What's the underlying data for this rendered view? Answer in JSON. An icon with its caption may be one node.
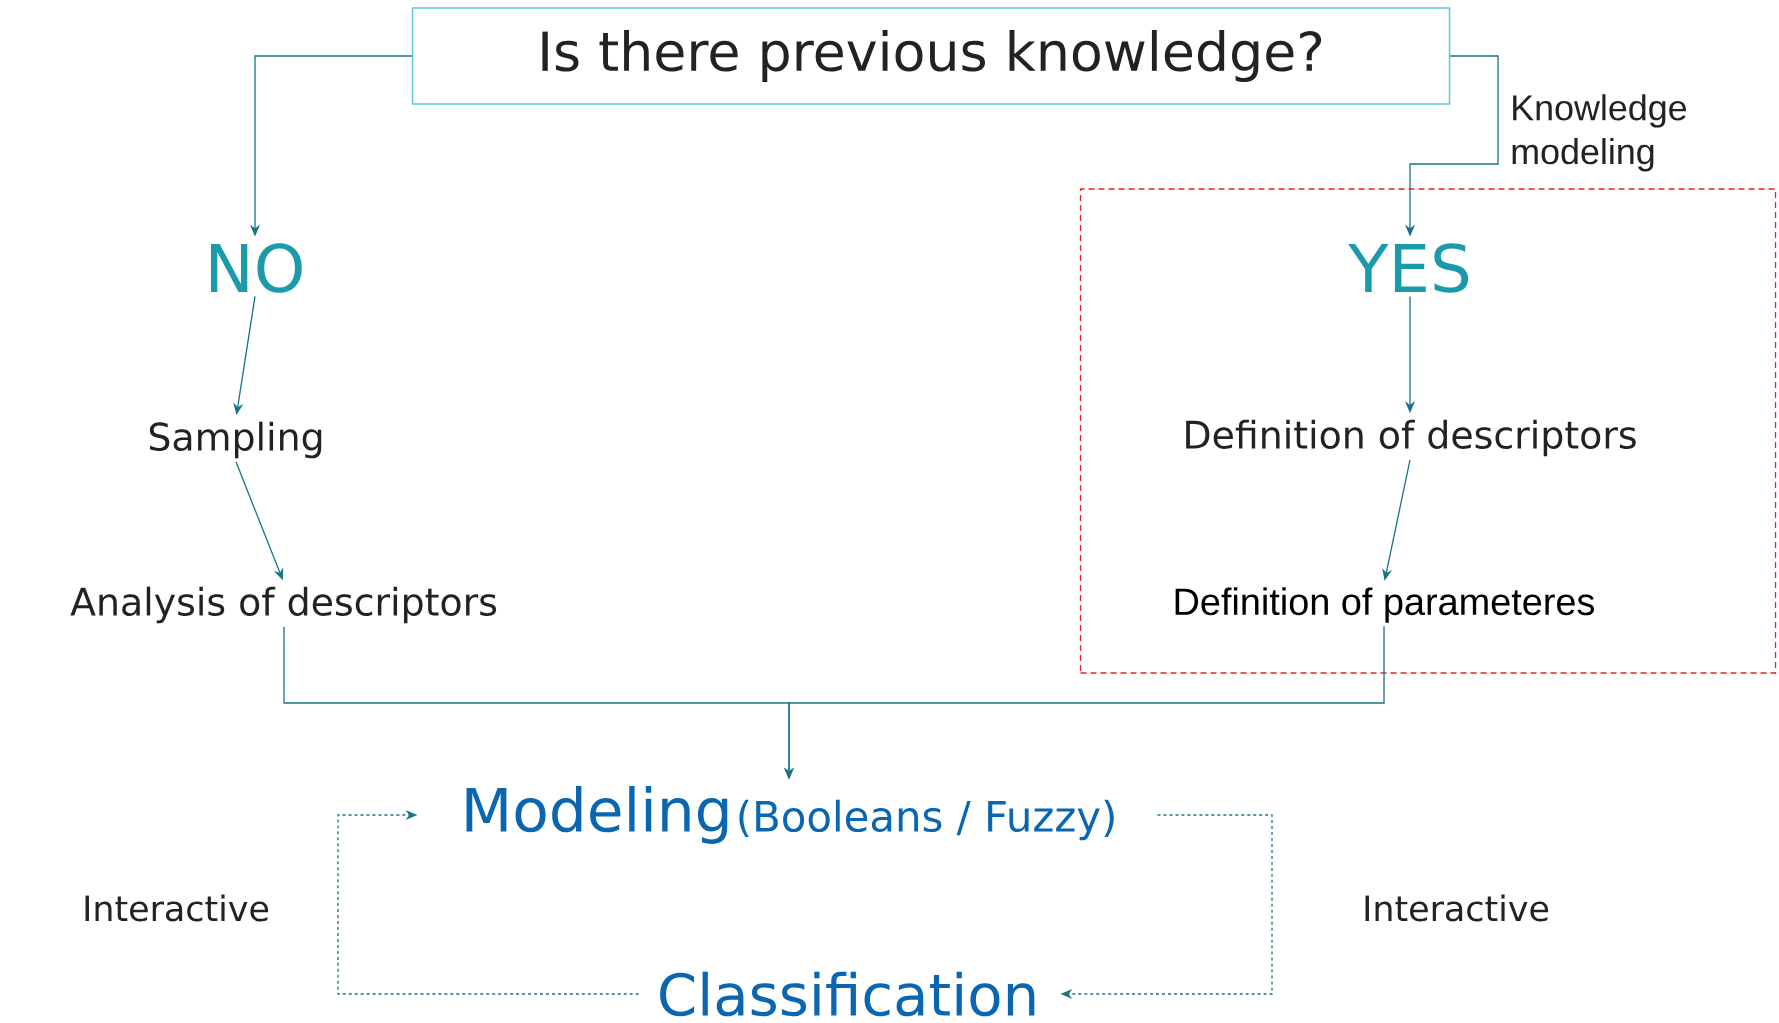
{
  "diagram": {
    "nodes": [
      {
        "text": [
          "Is there previous knowledge?"
        ]
      },
      {
        "text": [
          "NO"
        ]
      },
      {
        "text": [],
        "shape": "box"
      },
      {
        "text": [
          "YES"
        ],
        "in": 2
      },
      {
        "text": [
          "Sampling"
        ]
      },
      {
        "text": [
          "Definition of descriptors"
        ],
        "in": 2
      },
      {
        "text": [
          "Analysis of descriptors"
        ]
      },
      {
        "text": [
          "Definition of parameteres"
        ],
        "in": 2
      },
      {
        "text": [
          "Modeling",
          "(Booleans / Fuzzy)"
        ]
      },
      {
        "text": [
          "Classification"
        ]
      }
    ],
    "edges": [
      {
        "from": 0,
        "to": 1,
        "arrow": "to"
      },
      {
        "from": 0,
        "to": 3,
        "arrow": "to",
        "label": "Knowledge modeling"
      },
      {
        "from": 1,
        "to": 4,
        "arrow": "to"
      },
      {
        "from": 3,
        "to": 5,
        "arrow": "to"
      },
      {
        "from": 4,
        "to": 6,
        "arrow": "to"
      },
      {
        "from": 5,
        "to": 7,
        "arrow": "to"
      },
      {
        "from": 6,
        "to": 8,
        "arrow": "to"
      },
      {
        "from": 7,
        "to": 8,
        "arrow": "to"
      },
      {
        "from": 8,
        "to": 9,
        "arrow": "to",
        "style": "dashed"
      },
      {
        "from": 9,
        "to": 8,
        "arrow": "to",
        "style": "dashed"
      }
    ],
    "labels": [
      "Interactive",
      "Interactive"
    ]
  }
}
